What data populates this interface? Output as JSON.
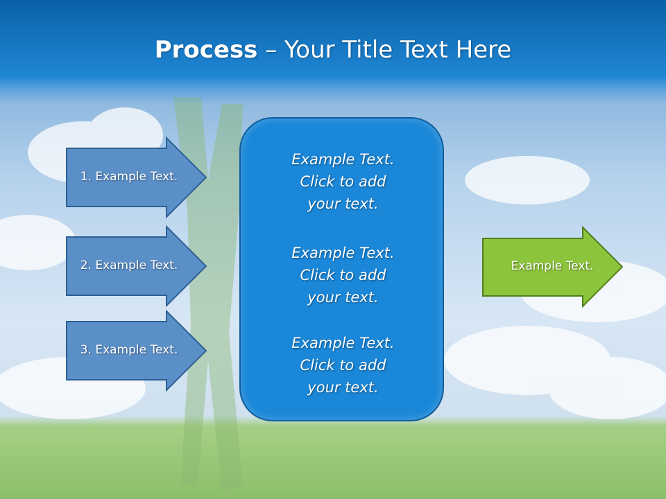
{
  "title": {
    "bold": "Process",
    "rest": " – Your Title Text Here"
  },
  "inputs": [
    {
      "label": "1. Example Text."
    },
    {
      "label": "2. Example Text."
    },
    {
      "label": "3. Example Text."
    }
  ],
  "center_blocks": [
    {
      "lines": [
        "Example Text.",
        "Click  to add",
        "your text."
      ]
    },
    {
      "lines": [
        "Example Text.",
        "Click  to add",
        "your text."
      ]
    },
    {
      "lines": [
        "Example Text.",
        "Click  to add",
        "your text."
      ]
    }
  ],
  "output": {
    "label": "Example Text."
  },
  "colors": {
    "header": "#1a7fce",
    "input_arrow": "#5b8fc8",
    "center_box": "#1a87d8",
    "output_arrow": "#8cc43c"
  }
}
